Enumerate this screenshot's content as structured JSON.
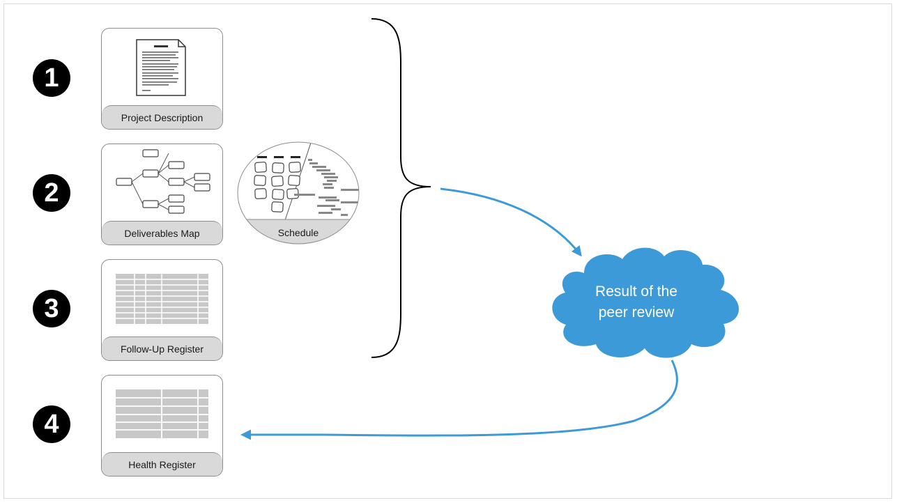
{
  "steps": [
    {
      "number": "1",
      "label": "Project Description"
    },
    {
      "number": "2",
      "label": "Deliverables Map"
    },
    {
      "number": "3",
      "label": "Follow-Up Register"
    },
    {
      "number": "4",
      "label": "Health Register"
    }
  ],
  "schedule": {
    "label": "Schedule"
  },
  "cloud": {
    "line1": "Result of the",
    "line2": "peer review"
  },
  "colors": {
    "arrow": "#3d9ad9",
    "cloud": "#3d9ad9",
    "badge": "#000000",
    "label_bg": "#d9d9d9"
  },
  "icons": [
    "document-icon",
    "tree-map-icon",
    "schedule-icon",
    "table-icon",
    "table-icon"
  ]
}
